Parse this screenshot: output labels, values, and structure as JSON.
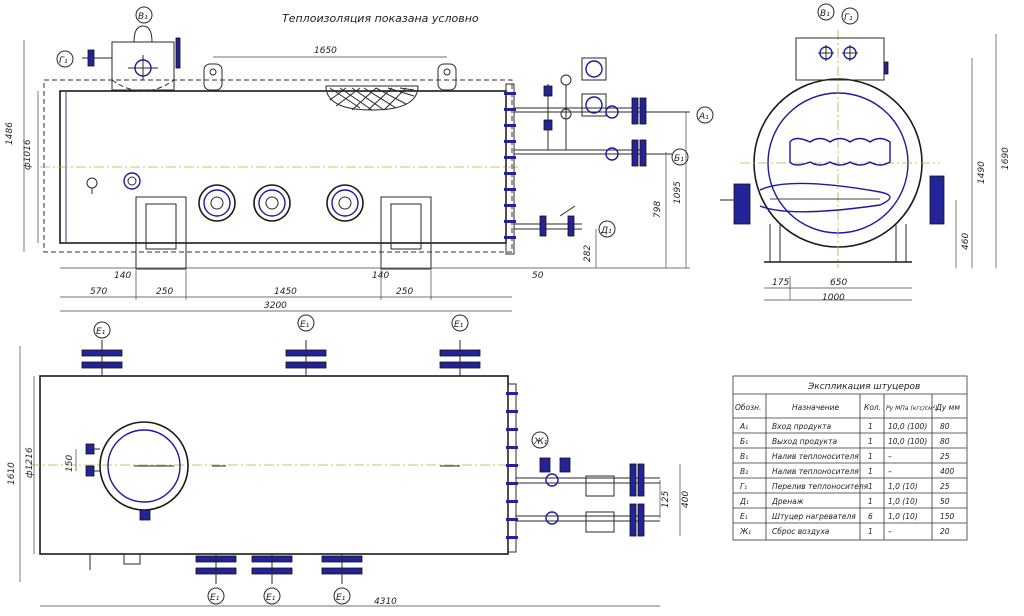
{
  "drawing": {
    "note": "Теплоизоляция показана условно",
    "dims_front": {
      "d1650": "1650",
      "d1486": "1486",
      "d1016": "ф1016",
      "d1095": "1095",
      "d798": "798",
      "d282": "282",
      "d50": "50",
      "d140a": "140",
      "d140b": "140",
      "d570": "570",
      "d250a": "250",
      "d1450": "1450",
      "d250b": "250",
      "d3200": "3200"
    },
    "dims_side": {
      "d175": "175",
      "d650": "650",
      "d1000": "1000",
      "d1490": "1490",
      "d1690": "1690",
      "d460": "460"
    },
    "dims_top": {
      "d1610": "1610",
      "d1216": "ф1216",
      "d150": "150",
      "d125": "125",
      "d400": "400",
      "d4310": "4310"
    },
    "nozzle_labels": {
      "A": "А₁",
      "B": "Б₁",
      "D": "Д₁",
      "G": "Г₁",
      "V": "В₁",
      "E": "Е₁",
      "Zh": "Ж₁"
    }
  },
  "table": {
    "title": "Экспликация штуцеров",
    "headers": [
      "Обозн.",
      "Назначение",
      "Кол.",
      "Py МПа (кгс/см²)",
      "Ду мм"
    ],
    "rows": [
      [
        "А₁",
        "Вход продукта",
        "1",
        "10,0 (100)",
        "80"
      ],
      [
        "Б₁",
        "Выход продукта",
        "1",
        "10,0 (100)",
        "80"
      ],
      [
        "В₁",
        "Налив теплоносителя",
        "1",
        "–",
        "25"
      ],
      [
        "В₂",
        "Налив теплоносителя",
        "1",
        "–",
        "400"
      ],
      [
        "Г₁",
        "Перелив теплоносителя",
        "1",
        "1,0 (10)",
        "25"
      ],
      [
        "Д₁",
        "Дренаж",
        "1",
        "1,0 (10)",
        "50"
      ],
      [
        "Е₁",
        "Штуцер нагревателя",
        "6",
        "1,0 (10)",
        "150"
      ],
      [
        "Ж₁",
        "Сброс воздуха",
        "1",
        "–",
        "20"
      ]
    ]
  }
}
